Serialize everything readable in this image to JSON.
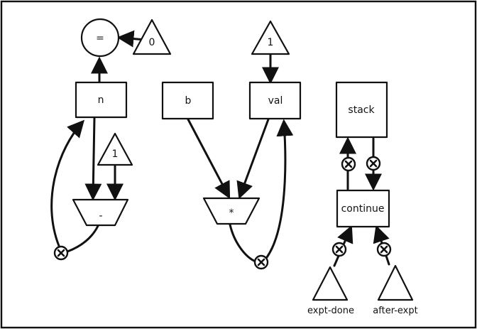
{
  "equals_node": {
    "label": "="
  },
  "const_zero": {
    "label": "0"
  },
  "const_one_val": {
    "label": "1"
  },
  "const_one_minus": {
    "label": "1"
  },
  "register_n": {
    "label": "n"
  },
  "register_b": {
    "label": "b"
  },
  "register_val": {
    "label": "val"
  },
  "register_stack": {
    "label": "stack"
  },
  "register_continue": {
    "label": "continue"
  },
  "op_minus": {
    "label": "-"
  },
  "op_times": {
    "label": "*"
  },
  "const_expt_done": {
    "label": "expt-done"
  },
  "const_after_expt": {
    "label": "after-expt"
  }
}
